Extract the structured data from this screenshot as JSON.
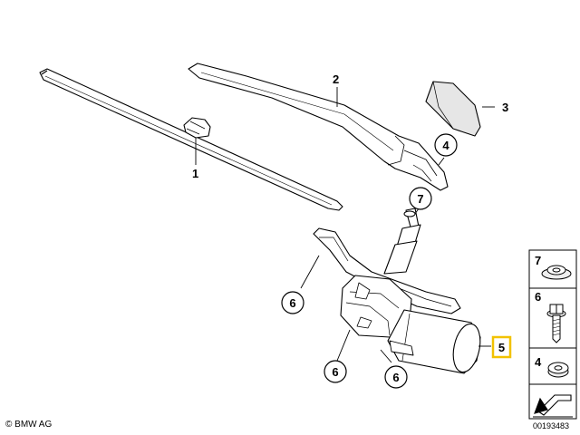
{
  "callouts": {
    "c1": "1",
    "c2": "2",
    "c3": "3",
    "c4": "4",
    "c5": "5",
    "c6a": "6",
    "c6b": "6",
    "c6c": "6",
    "c7": "7"
  },
  "legend": {
    "item1": "7",
    "item2": "6",
    "item3": "4"
  },
  "highlight_color": "#f2c200",
  "footer": {
    "copyright": "© BMW AG",
    "doc_number": "00193483"
  }
}
